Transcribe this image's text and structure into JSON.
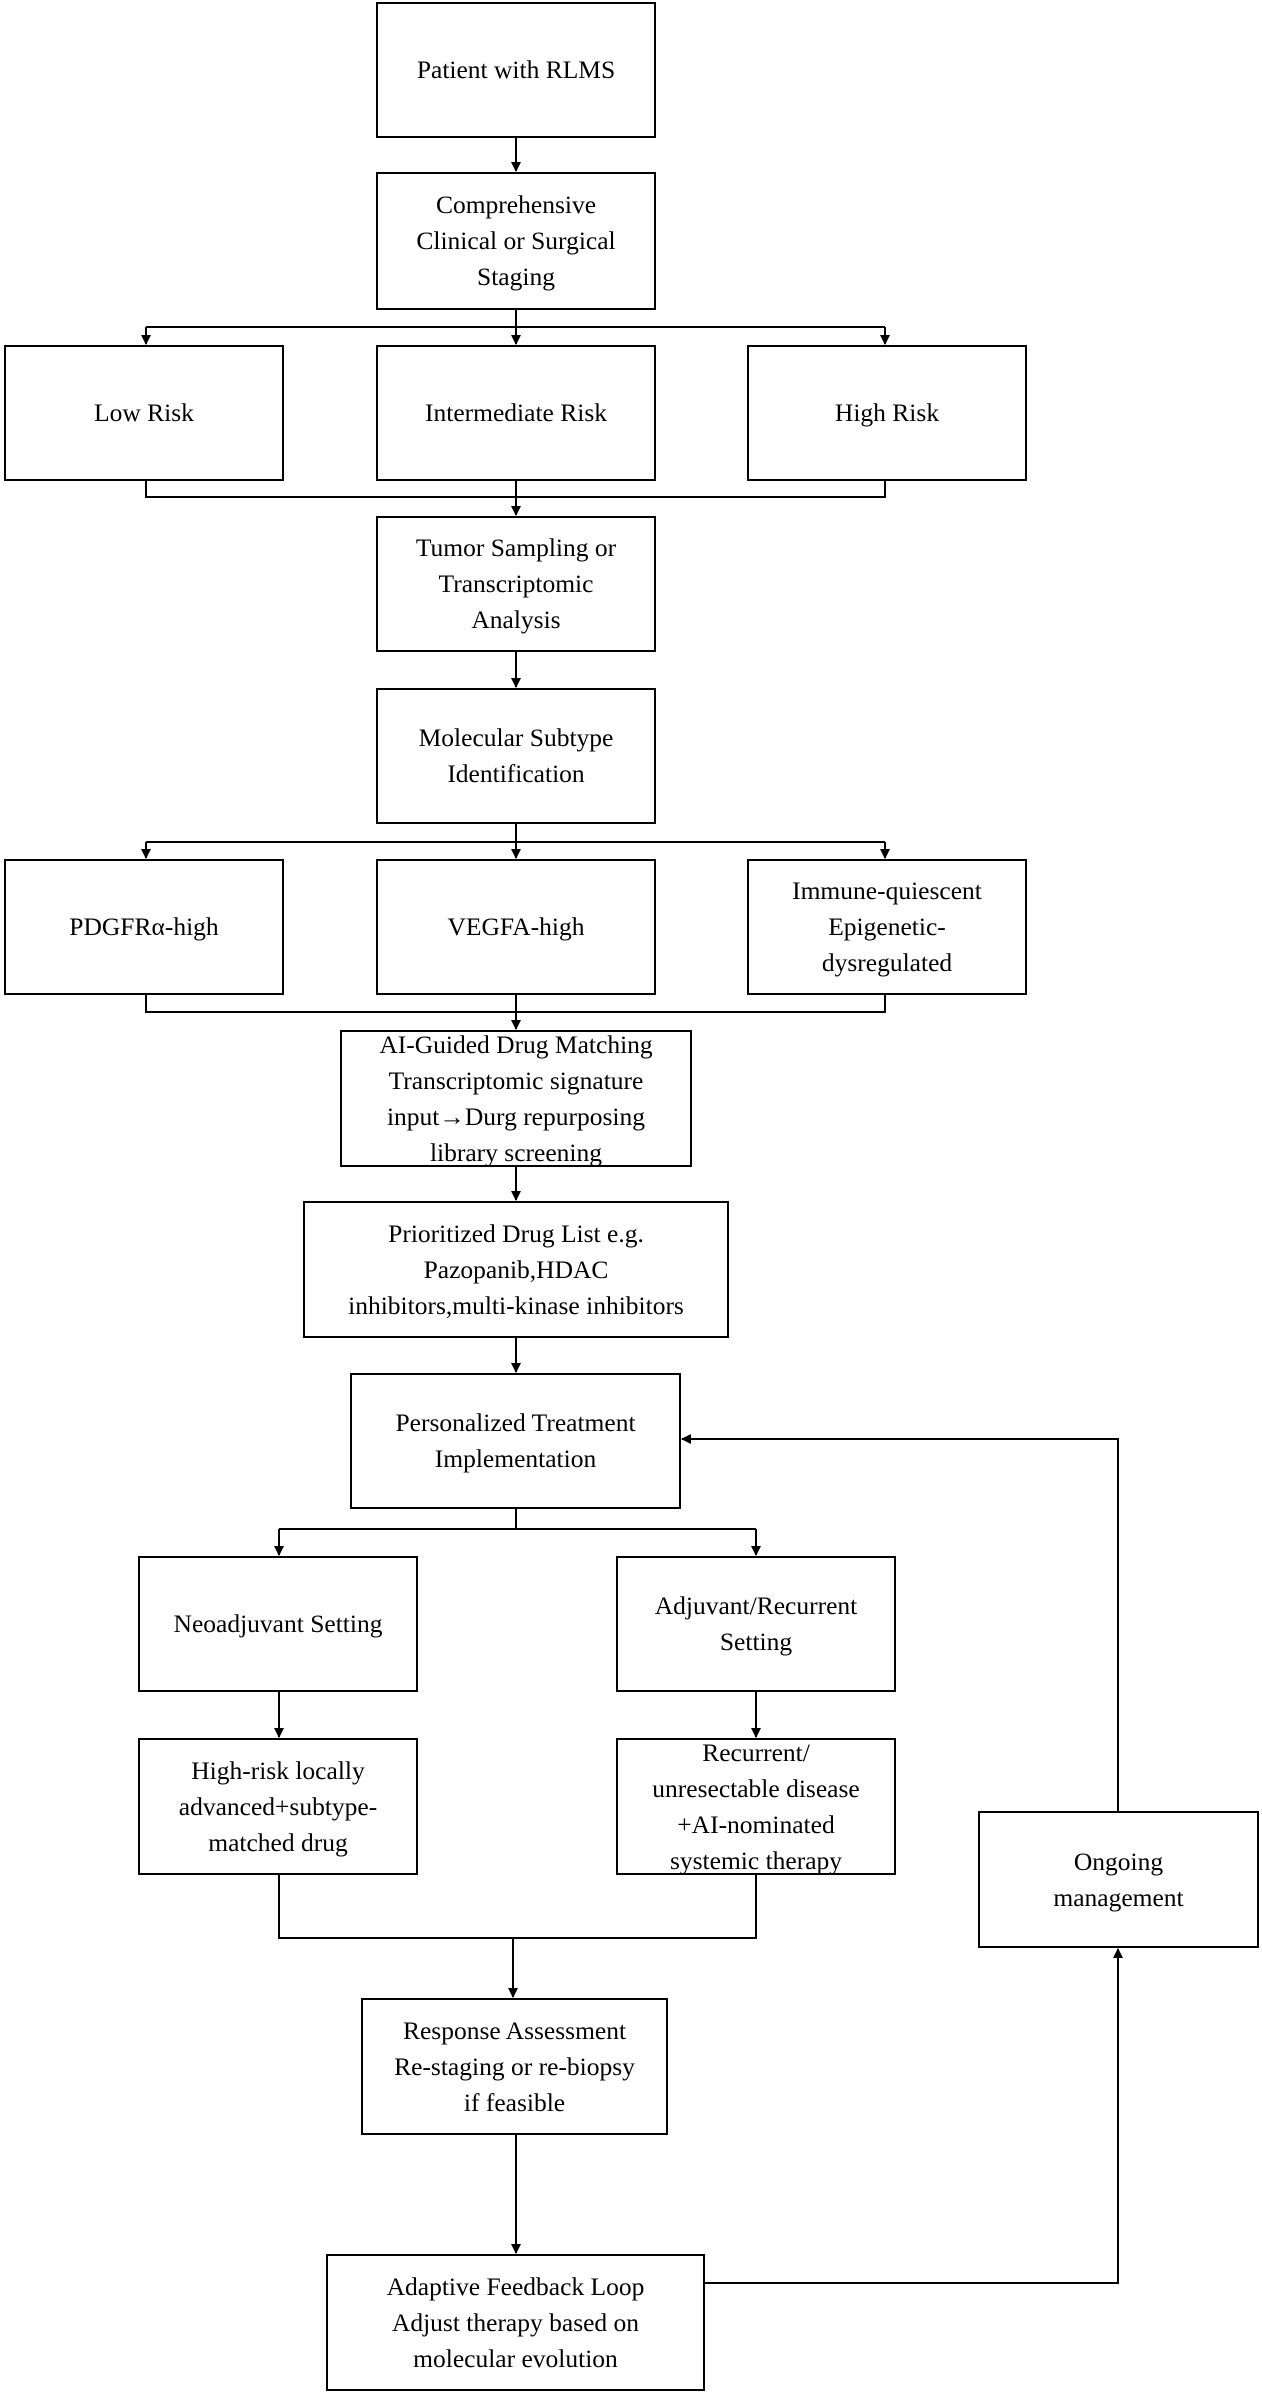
{
  "nodes": {
    "patient": {
      "lines": [
        "Patient with RLMS"
      ]
    },
    "staging": {
      "lines": [
        "Comprehensive",
        "Clinical or Surgical",
        "Staging"
      ]
    },
    "low": {
      "lines": [
        "Low Risk"
      ]
    },
    "inter": {
      "lines": [
        "Intermediate Risk"
      ]
    },
    "high": {
      "lines": [
        "High Risk"
      ]
    },
    "sampling": {
      "lines": [
        "Tumor Sampling or",
        "Transcriptomic",
        "Analysis"
      ]
    },
    "molecular": {
      "lines": [
        "Molecular Subtype",
        "Identification"
      ]
    },
    "pdgfr": {
      "lines": [
        "PDGFRα-high"
      ]
    },
    "vegfa": {
      "lines": [
        "VEGFA-high"
      ]
    },
    "immune": {
      "lines": [
        "Immune-quiescent",
        "Epigenetic-",
        "dysregulated"
      ]
    },
    "ai": {
      "lines": [
        "AI-Guided Drug Matching",
        "Transcriptomic signature",
        "input→Durg repurposing",
        "library screening"
      ]
    },
    "prio": {
      "lines": [
        "Prioritized Drug List e.g.",
        "Pazopanib,HDAC",
        "inhibitors,multi-kinase inhibitors"
      ]
    },
    "personal": {
      "lines": [
        "Personalized Treatment",
        "Implementation"
      ]
    },
    "neo": {
      "lines": [
        "Neoadjuvant Setting"
      ]
    },
    "adjuvant": {
      "lines": [
        "Adjuvant/Recurrent",
        "Setting"
      ]
    },
    "highrisk": {
      "lines": [
        "High-risk locally",
        "advanced+subtype-",
        "matched drug"
      ]
    },
    "recurrent": {
      "lines": [
        "Recurrent/",
        "unresectable disease",
        "+AI-nominated",
        "systemic therapy"
      ]
    },
    "ongoing": {
      "lines": [
        "Ongoing",
        "management"
      ]
    },
    "response": {
      "lines": [
        "Response Assessment",
        "Re-staging or re-biopsy",
        "if feasible"
      ]
    },
    "adaptive": {
      "lines": [
        "Adaptive Feedback Loop",
        "Adjust therapy based on",
        "molecular evolution"
      ]
    }
  },
  "colors": {
    "line": "#000000",
    "box_fill": "#ffffff",
    "background": "#ffffff"
  }
}
